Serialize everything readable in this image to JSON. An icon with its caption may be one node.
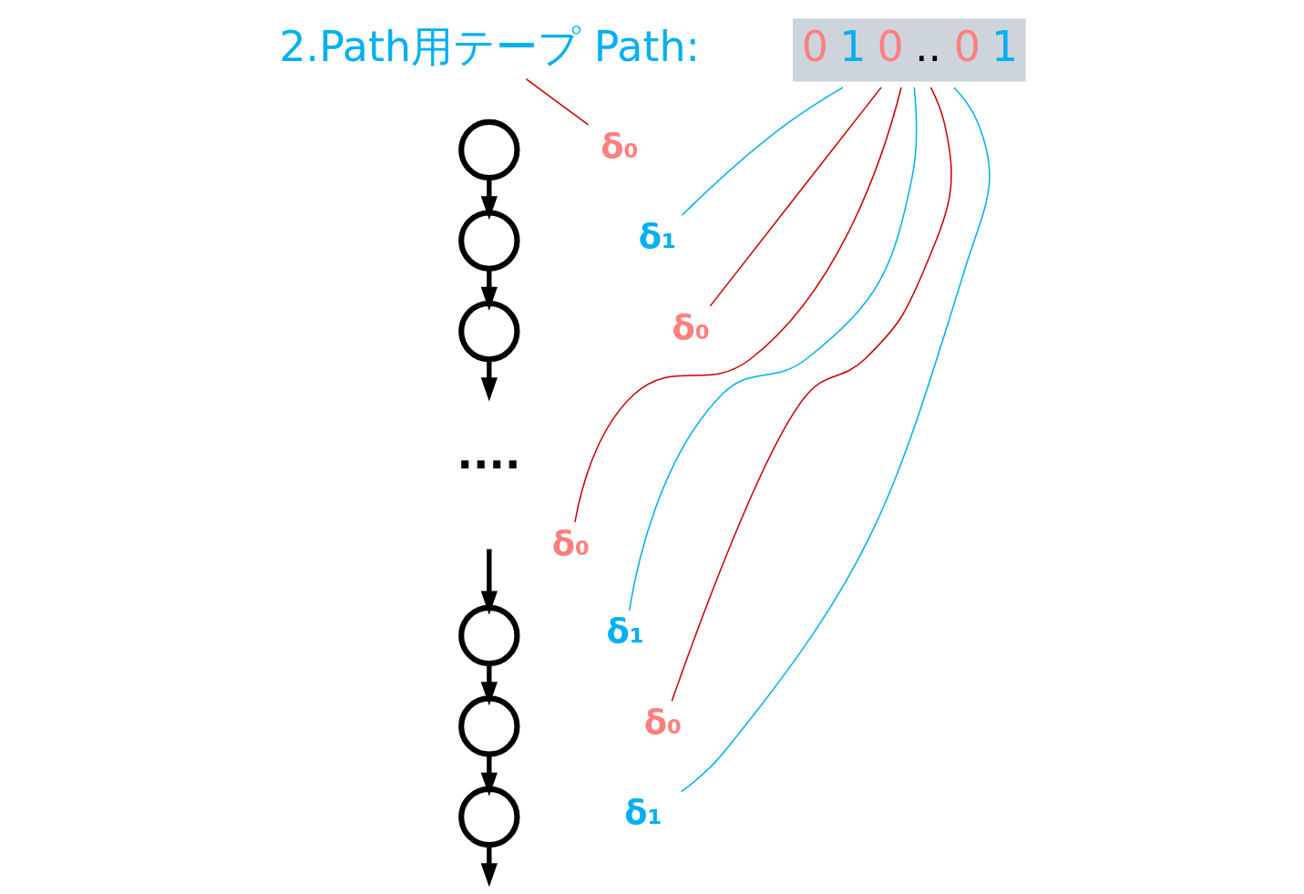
{
  "diagram": {
    "nodes": [
      {
        "text": [
          "2.Path用テープ Path:"
        ]
      },
      {
        "text": [
          "0",
          "1",
          "0",
          "..",
          "0",
          "1"
        ]
      },
      {
        "text": [],
        "shape": "circle"
      },
      {
        "text": [],
        "shape": "circle"
      },
      {
        "text": [],
        "shape": "circle"
      },
      {
        "text": [],
        "shape": "circle"
      },
      {
        "text": [],
        "shape": "circle"
      },
      {
        "text": [],
        "shape": "circle"
      },
      {
        "text": [
          "δ₀"
        ]
      },
      {
        "text": [
          "δ₁"
        ]
      },
      {
        "text": [
          "δ₀"
        ]
      },
      {
        "text": [
          "δ₀"
        ]
      },
      {
        "text": [
          "δ₁"
        ]
      },
      {
        "text": [
          "δ₀"
        ]
      },
      {
        "text": [
          "δ₁"
        ]
      }
    ],
    "edges": [
      {
        "from": 2,
        "to": 3,
        "arrow": "to",
        "style": "thick"
      },
      {
        "from": 3,
        "to": 4,
        "arrow": "to",
        "style": "thick"
      },
      {
        "from": 4,
        "to": null,
        "arrow": "to",
        "style": "thick"
      },
      {
        "from": null,
        "to": 5,
        "arrow": "to",
        "style": "thick"
      },
      {
        "from": 5,
        "to": 6,
        "arrow": "to",
        "style": "thick"
      },
      {
        "from": 6,
        "to": 7,
        "arrow": "to",
        "style": "thick"
      },
      {
        "from": 7,
        "to": null,
        "arrow": "to",
        "style": "thick"
      },
      {
        "from": 8,
        "to": 0,
        "arrow": "none",
        "color": "#cc0000"
      },
      {
        "from": 9,
        "to": 1,
        "arrow": "none",
        "color": "#00b0f0"
      },
      {
        "from": 10,
        "to": 1,
        "arrow": "none",
        "color": "#cc0000"
      },
      {
        "from": 11,
        "to": 1,
        "arrow": "none",
        "color": "#cc0000"
      },
      {
        "from": 12,
        "to": 1,
        "arrow": "none",
        "color": "#00b0f0"
      },
      {
        "from": 13,
        "to": 1,
        "arrow": "none",
        "color": "#cc0000"
      },
      {
        "from": 14,
        "to": 1,
        "arrow": "none",
        "color": "#00b0f0"
      }
    ],
    "labels": [
      "...."
    ]
  }
}
